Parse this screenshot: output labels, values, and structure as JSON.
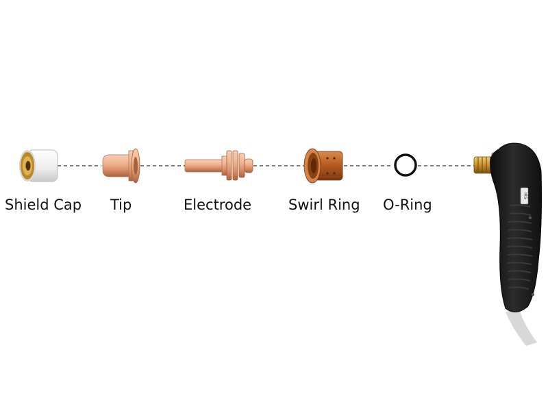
{
  "parts": [
    {
      "id": "shield-cap",
      "label": "Shield Cap"
    },
    {
      "id": "tip",
      "label": "Tip"
    },
    {
      "id": "electrode",
      "label": "Electrode"
    },
    {
      "id": "swirl-ring",
      "label": "Swirl Ring"
    },
    {
      "id": "o-ring",
      "label": "O-Ring"
    }
  ],
  "torch": {
    "tag": "IKS"
  },
  "colors": {
    "copper": "#e7a481",
    "copper_dark": "#a8613f",
    "brass": "#c9912d",
    "ceramic": "#eeeeee",
    "swirl": "#b45a1e",
    "handle": "#1c1c1c",
    "dash": "#555555"
  }
}
